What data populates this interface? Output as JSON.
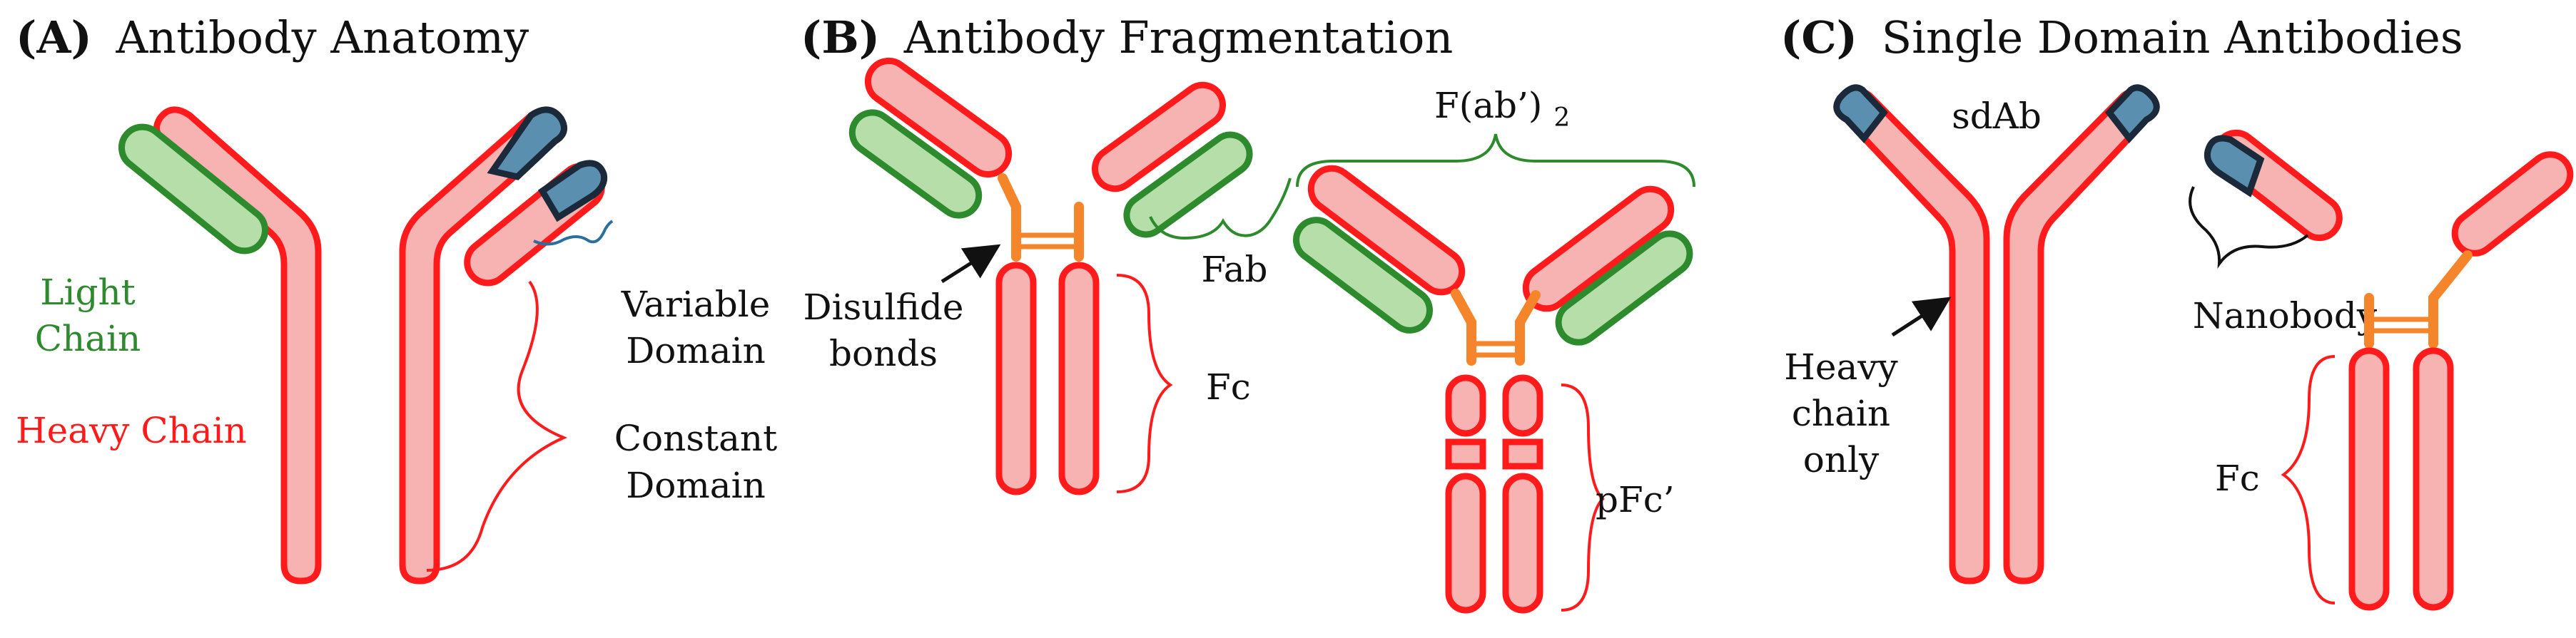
{
  "colors": {
    "heavy_chain": "#ff1b1b",
    "heavy_fill": "#f7b2b2",
    "light_chain": "#2d8a2d",
    "light_fill": "#b6dea9",
    "variable_domain": "#5b8fb0",
    "hinge": "#f5852a",
    "text_black": "#111111",
    "text_green": "#2d8a2d",
    "text_red": "#ff1b1b"
  },
  "panels": {
    "a": {
      "letter": "(A)",
      "title": "Antibody Anatomy",
      "labels": {
        "light_chain_1": "Light",
        "light_chain_2": "Chain",
        "heavy_chain": "Heavy Chain",
        "variable_1": "Variable",
        "variable_2": "Domain",
        "constant_1": "Constant",
        "constant_2": "Domain"
      }
    },
    "b": {
      "letter": "(B)",
      "title": "Antibody Fragmentation",
      "labels": {
        "disulfide_1": "Disulfide",
        "disulfide_2": "bonds",
        "fab": "Fab",
        "fc": "Fc",
        "fab2_main": "F(ab’)",
        "fab2_sub": "2",
        "pfc": "pFc’"
      }
    },
    "c": {
      "letter": "(C)",
      "title": "Single Domain Antibodies",
      "labels": {
        "sdab": "sdAb",
        "heavy_only_1": "Heavy",
        "heavy_only_2": "chain",
        "heavy_only_3": "only",
        "nanobody": "Nanobody",
        "fc": "Fc"
      }
    }
  }
}
